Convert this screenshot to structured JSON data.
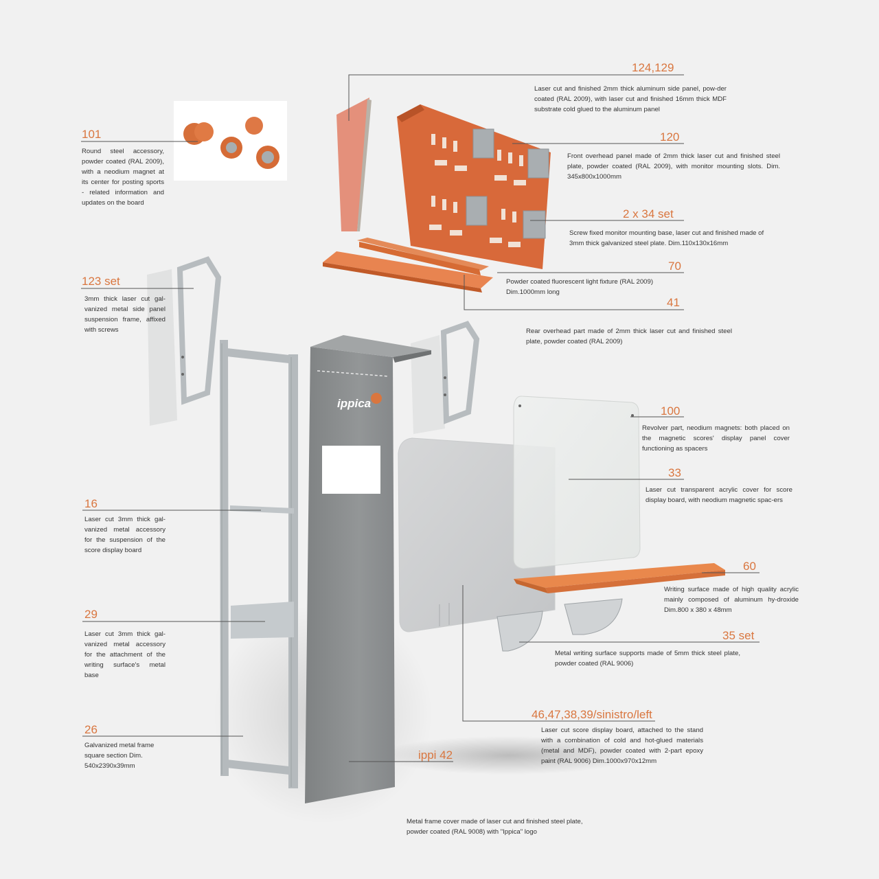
{
  "brand": {
    "logo_text": "ippica"
  },
  "callouts": {
    "c124": {
      "code": "124,129",
      "desc": "Laser cut and finished 2mm thick aluminum side panel, pow-der coated (RAL 2009), with laser cut and finished 16mm thick MDF substrate cold glued to the aluminum panel"
    },
    "c120": {
      "code": "120",
      "desc": "Front overhead panel made of 2mm thick laser cut and finished steel plate, powder coated (RAL 2009), with monitor mounting slots. Dim. 345x800x1000mm"
    },
    "c234": {
      "code": "2 x 34 set",
      "desc": "Screw fixed monitor mounting base, laser cut and finished made of 3mm thick galvanized steel plate. Dim.110x130x16mm"
    },
    "c70": {
      "code": "70",
      "desc": "Powder coated fluorescent light fixture (RAL 2009) Dim.1000mm long"
    },
    "c41": {
      "code": "41",
      "desc": "Rear overhead part made of 2mm thick laser cut and finished steel plate, powder coated (RAL 2009)"
    },
    "c101": {
      "code": "101",
      "desc": "Round steel accessory, powder coated (RAL 2009), with a neodium magnet at its center for posting sports - related information and updates on the board"
    },
    "c123": {
      "code": "123 set",
      "desc": "3mm thick laser cut gal-vanized metal side panel suspension frame, affixed with screws"
    },
    "c100": {
      "code": "100",
      "desc": "Revolver part, neodium magnets: both placed on the magnetic scores' display panel cover functioning as spacers"
    },
    "c33": {
      "code": "33",
      "desc": "Laser cut transparent acrylic cover for score display board, with neodium magnetic spac-ers"
    },
    "c16": {
      "code": "16",
      "desc": "Laser cut 3mm thick gal-vanized metal accessory for the suspension of the score display board"
    },
    "c60": {
      "code": "60",
      "desc": "Writing surface made of high quality acrylic mainly composed of aluminum hy-droxide Dim.800 x 380 x 48mm"
    },
    "c35": {
      "code": "35 set",
      "desc": "Metal writing surface supports made of 5mm thick steel plate, powder coated (RAL 9006)"
    },
    "c29": {
      "code": "29",
      "desc": "Laser cut 3mm thick gal-vanized metal accessory for the attachment of the writing surface's metal base"
    },
    "c46": {
      "code": "46,47,38,39/sinistro/left",
      "desc": "Laser cut score display board, attached to the stand with a combination of cold and hot-glued materials (metal and MDF), powder coated with 2-part epoxy paint (RAL 9006) Dim.1000x970x12mm"
    },
    "c26": {
      "code": "26",
      "desc": "Galvanized metal frame square section Dim. 540x2390x39mm"
    },
    "ippi42": {
      "code": "ippi 42",
      "desc": "Metal frame cover made of laser cut and finished steel plate, powder coated (RAL 9008) with \"Ippica\" logo"
    }
  },
  "colors": {
    "accent": "#d9763f",
    "panel_orange": "#d8693a",
    "panel_pink": "#e4907b",
    "grey_panel": "#8e9192",
    "galvanized": "#b7bcbf",
    "background": "#f1f1f1"
  }
}
